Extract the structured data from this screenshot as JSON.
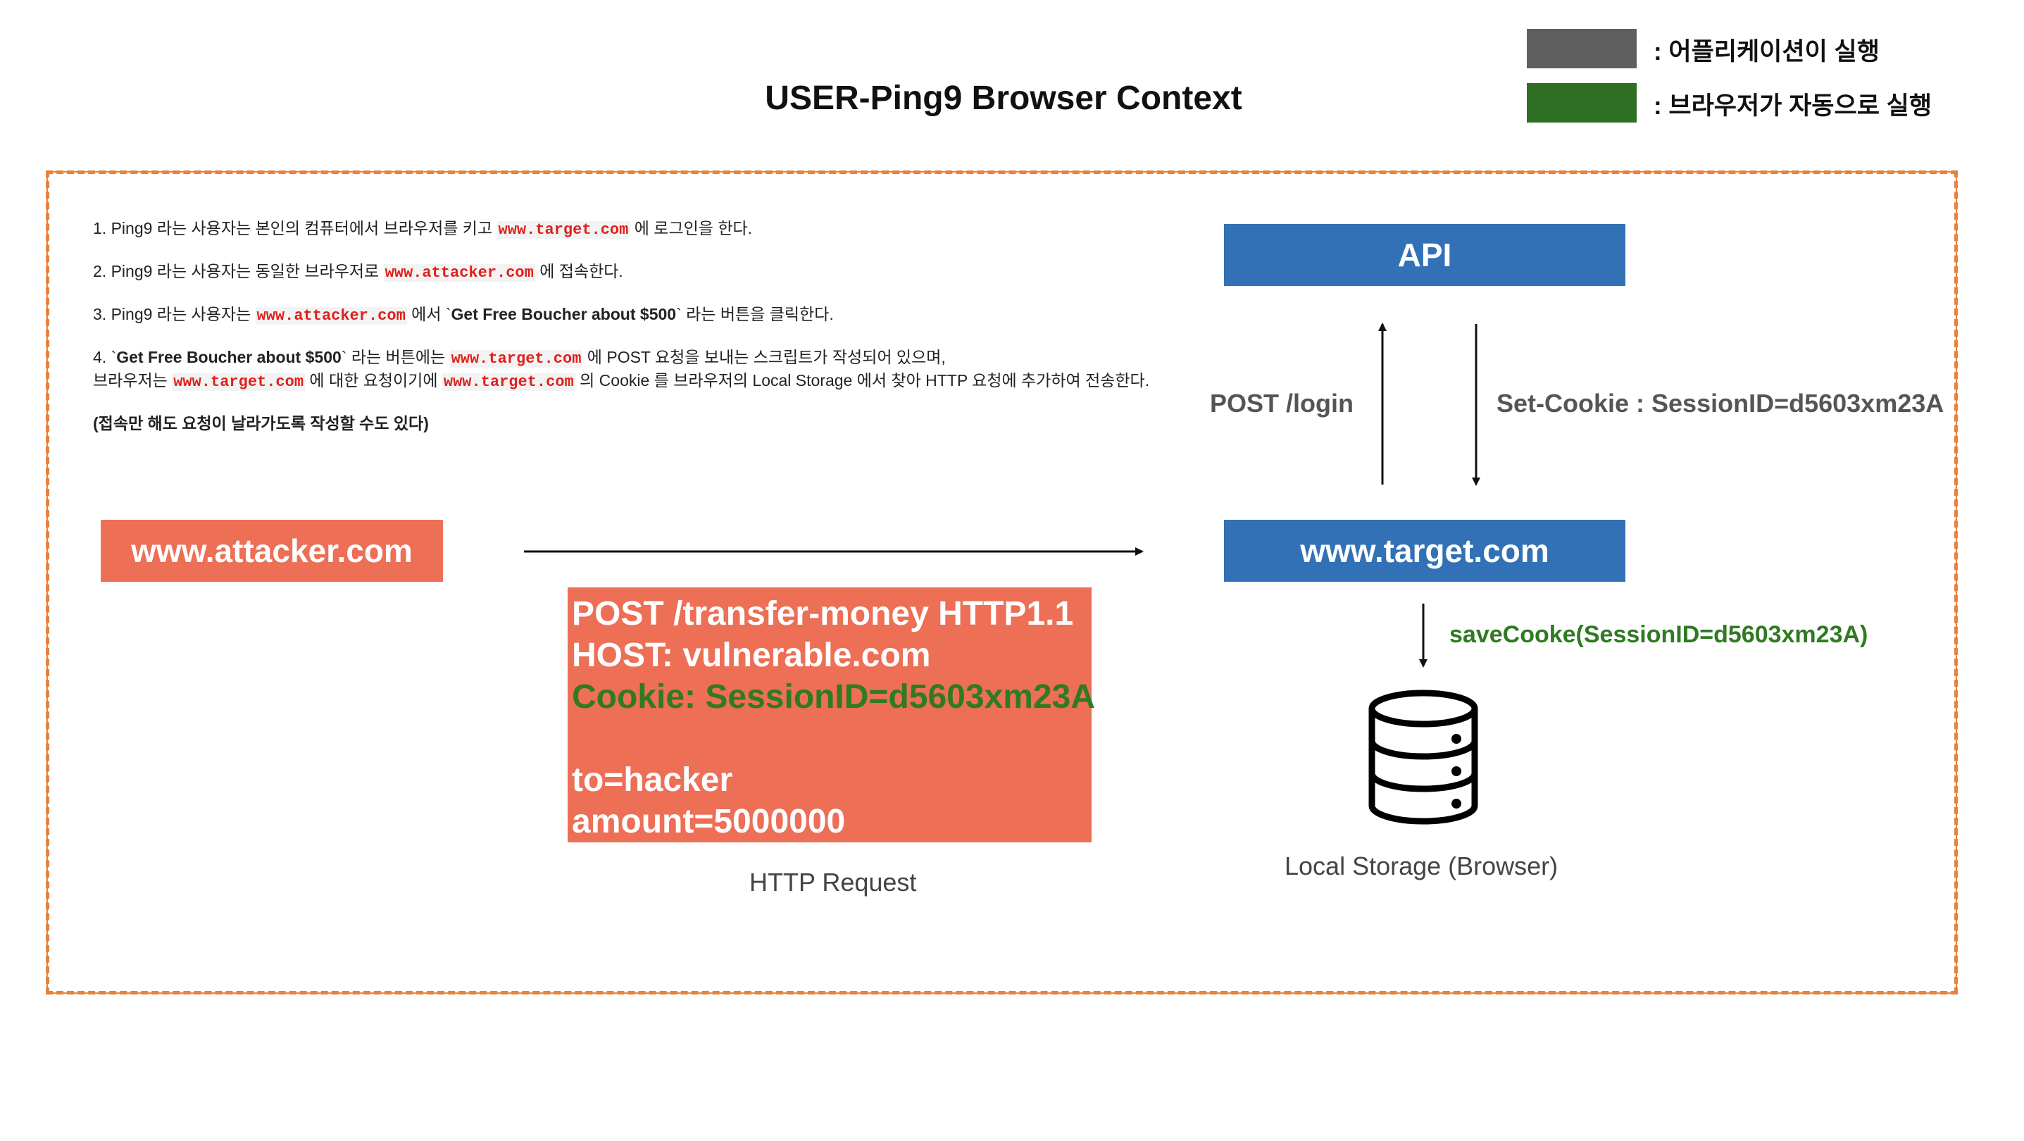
{
  "title": "USER-Ping9 Browser Context",
  "legend": [
    {
      "color": "#5f5f5f",
      "text": ":  어플리케이션이 실행"
    },
    {
      "color": "#2e6e23",
      "text": ":  브라우저가 자동으로 실행"
    }
  ],
  "steps": {
    "s1": {
      "a": "1. Ping9 라는 사용자는 본인의 컴퓨터에서 브라우저를 키고 ",
      "b": "www.target.com",
      "c": " 에 로그인을 한다."
    },
    "s2": {
      "a": "2. Ping9 라는 사용자는 동일한 브라우저로 ",
      "b": "www.attacker.com",
      "c": " 에 접속한다."
    },
    "s3": {
      "a": "3. Ping9 라는 사용자는 ",
      "b": "www.attacker.com",
      "c": " 에서 `",
      "d": "Get Free Boucher about $500",
      "e": "` 라는 버튼을 클릭한다."
    },
    "s4": {
      "a": "4. `",
      "b": "Get Free Boucher about $500",
      "c": "` 라는 버튼에는 ",
      "d": "www.target.com",
      "e": " 에 POST 요청을 보내는 스크립트가 작성되어 있으며,",
      "f": "브라우저는 ",
      "g": "www.target.com",
      "h": " 에 대한 요청이기에 ",
      "i": "www.target.com",
      "j": " 의 Cookie 를 브라우저의 Local Storage 에서 찾아 HTTP 요청에 추가하여 전송한다."
    },
    "note": "(접속만 해도 요청이 날라가도록 작성할 수도 있다)"
  },
  "nodes": {
    "api": "API",
    "target": "www.target.com",
    "attacker": "www.attacker.com",
    "storage_caption": "Local Storage (Browser)"
  },
  "edges": {
    "post_login": "POST /login",
    "set_cookie": "Set-Cookie : SessionID=d5603xm23A",
    "save_cookie": "saveCooke(SessionID=d5603xm23A)"
  },
  "http_request": {
    "line1": "POST /transfer-money HTTP1.1",
    "line2": "HOST: vulnerable.com",
    "line3": "Cookie: SessionID=d5603xm23A",
    "line4": "to=hacker",
    "line5": "amount=5000000",
    "caption": "HTTP Request"
  }
}
